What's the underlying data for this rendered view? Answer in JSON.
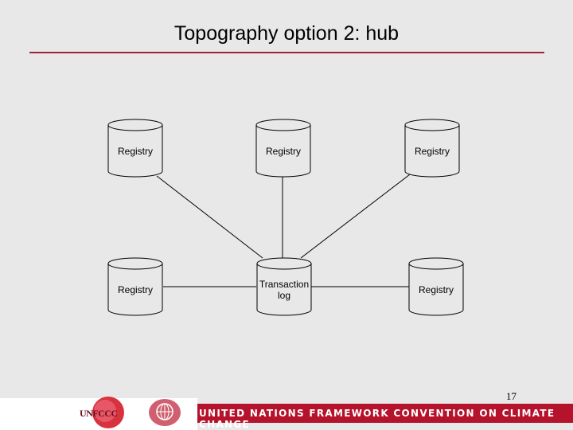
{
  "slide": {
    "title": "Topography option 2: hub",
    "page_number": "17"
  },
  "nodes": [
    {
      "id": "registry-top-left",
      "label": "Registry"
    },
    {
      "id": "registry-top-center",
      "label": "Registry"
    },
    {
      "id": "registry-top-right",
      "label": "Registry"
    },
    {
      "id": "registry-bottom-left",
      "label": "Registry"
    },
    {
      "id": "transaction-log",
      "label": "Transaction log"
    },
    {
      "id": "registry-bottom-right",
      "label": "Registry"
    }
  ],
  "edges": [
    {
      "from": "registry-top-left",
      "to": "transaction-log"
    },
    {
      "from": "registry-top-center",
      "to": "transaction-log"
    },
    {
      "from": "registry-top-right",
      "to": "transaction-log"
    },
    {
      "from": "registry-bottom-left",
      "to": "transaction-log"
    },
    {
      "from": "transaction-log",
      "to": "registry-bottom-right"
    }
  ],
  "footer": {
    "text": "UNITED NATIONS FRAMEWORK CONVENTION ON CLIMATE CHANGE",
    "logo_text": "UNFCCC",
    "bar_color": "#b5122b"
  },
  "colors": {
    "background": "#e8e8e8",
    "title_rule": "#a02040"
  }
}
